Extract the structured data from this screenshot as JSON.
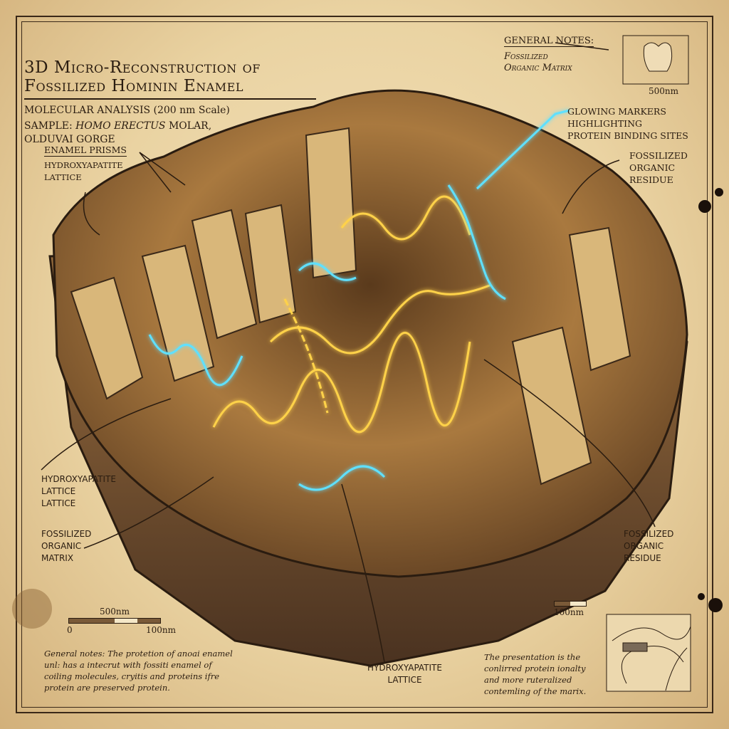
{
  "title": {
    "line1": "3D Micro-Reconstruction of",
    "line2": "Fossilized Hominin Enamel"
  },
  "subtitle": "MOLECULAR ANALYSIS (200 nm Scale)",
  "sample": {
    "prefix": "SAMPLE: ",
    "species": "HOMO ERECTUS",
    "suffix": " MOLAR,",
    "location": "OLDUVAI GORGE"
  },
  "general_notes": {
    "heading": "GENERAL NOTES:",
    "text": "Fossilized\nOrganic Matrix",
    "inset_scale": "500nm"
  },
  "labels": {
    "enamel_prisms": "ENAMEL PRISMS",
    "hydroxyapatite_top": "HYDROXYAPATITE\nLATTICE",
    "glowing_markers": "GLOWING MARKERS\nHIGHLIGHTING\nPROTEIN BINDING SITES",
    "residue_top": "FOSSILIZED\nORGANIC\nRESIDUE",
    "hydroxyapatite_left": "HYDROXYAPATITE\nLATTICE\nLATTICE",
    "matrix_left": "FOSSILIZED\nORGANIC\nMATRIX",
    "hydroxyapatite_bottom": "HYDROXYAPATITE\nLATTICE",
    "residue_right": "FOSSILIZED\nORGANIC\nRESIDUE"
  },
  "scale_left": {
    "top": "500nm",
    "start": "0",
    "end": "100nm"
  },
  "scale_right": {
    "label": "100nm"
  },
  "notes_left": "General notes: The protetion of anoai enamel unl: has a intecrut with fossiti enamel of coiling molecules, cryitis and proteins ifre protein are preserved protein.",
  "notes_right": "The presentation is the conlirred protein ionalty and more ruteralized contemling of the marix.",
  "colors": {
    "parchment": "#ead3a2",
    "ink": "#2a1c10",
    "glow_blue": "#5fe0ff",
    "glow_gold": "#ffd24a",
    "rock": "#a9793f"
  }
}
